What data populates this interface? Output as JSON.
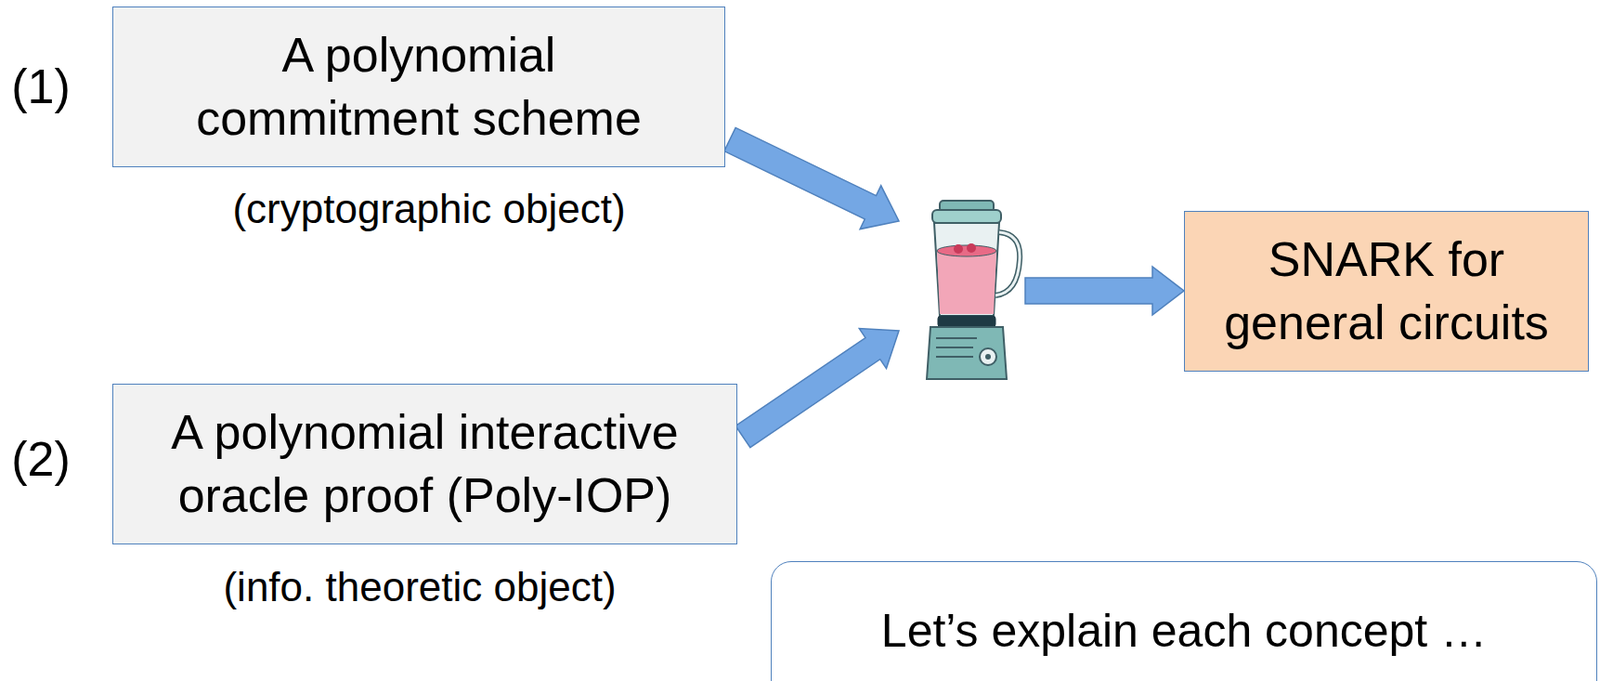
{
  "diagram": {
    "nodes": [
      {
        "text": [
          "A polynomial commitment scheme"
        ]
      },
      {
        "text": [
          "A polynomial interactive oracle proof (Poly-IOP)"
        ]
      },
      {
        "text": [
          "SNARK for general circuits"
        ]
      },
      {
        "text": [
          "Let’s explain each concept …"
        ]
      }
    ],
    "labels": [
      "(1)",
      "(2)",
      "(cryptographic object)",
      "(info. theoretic object)"
    ]
  }
}
